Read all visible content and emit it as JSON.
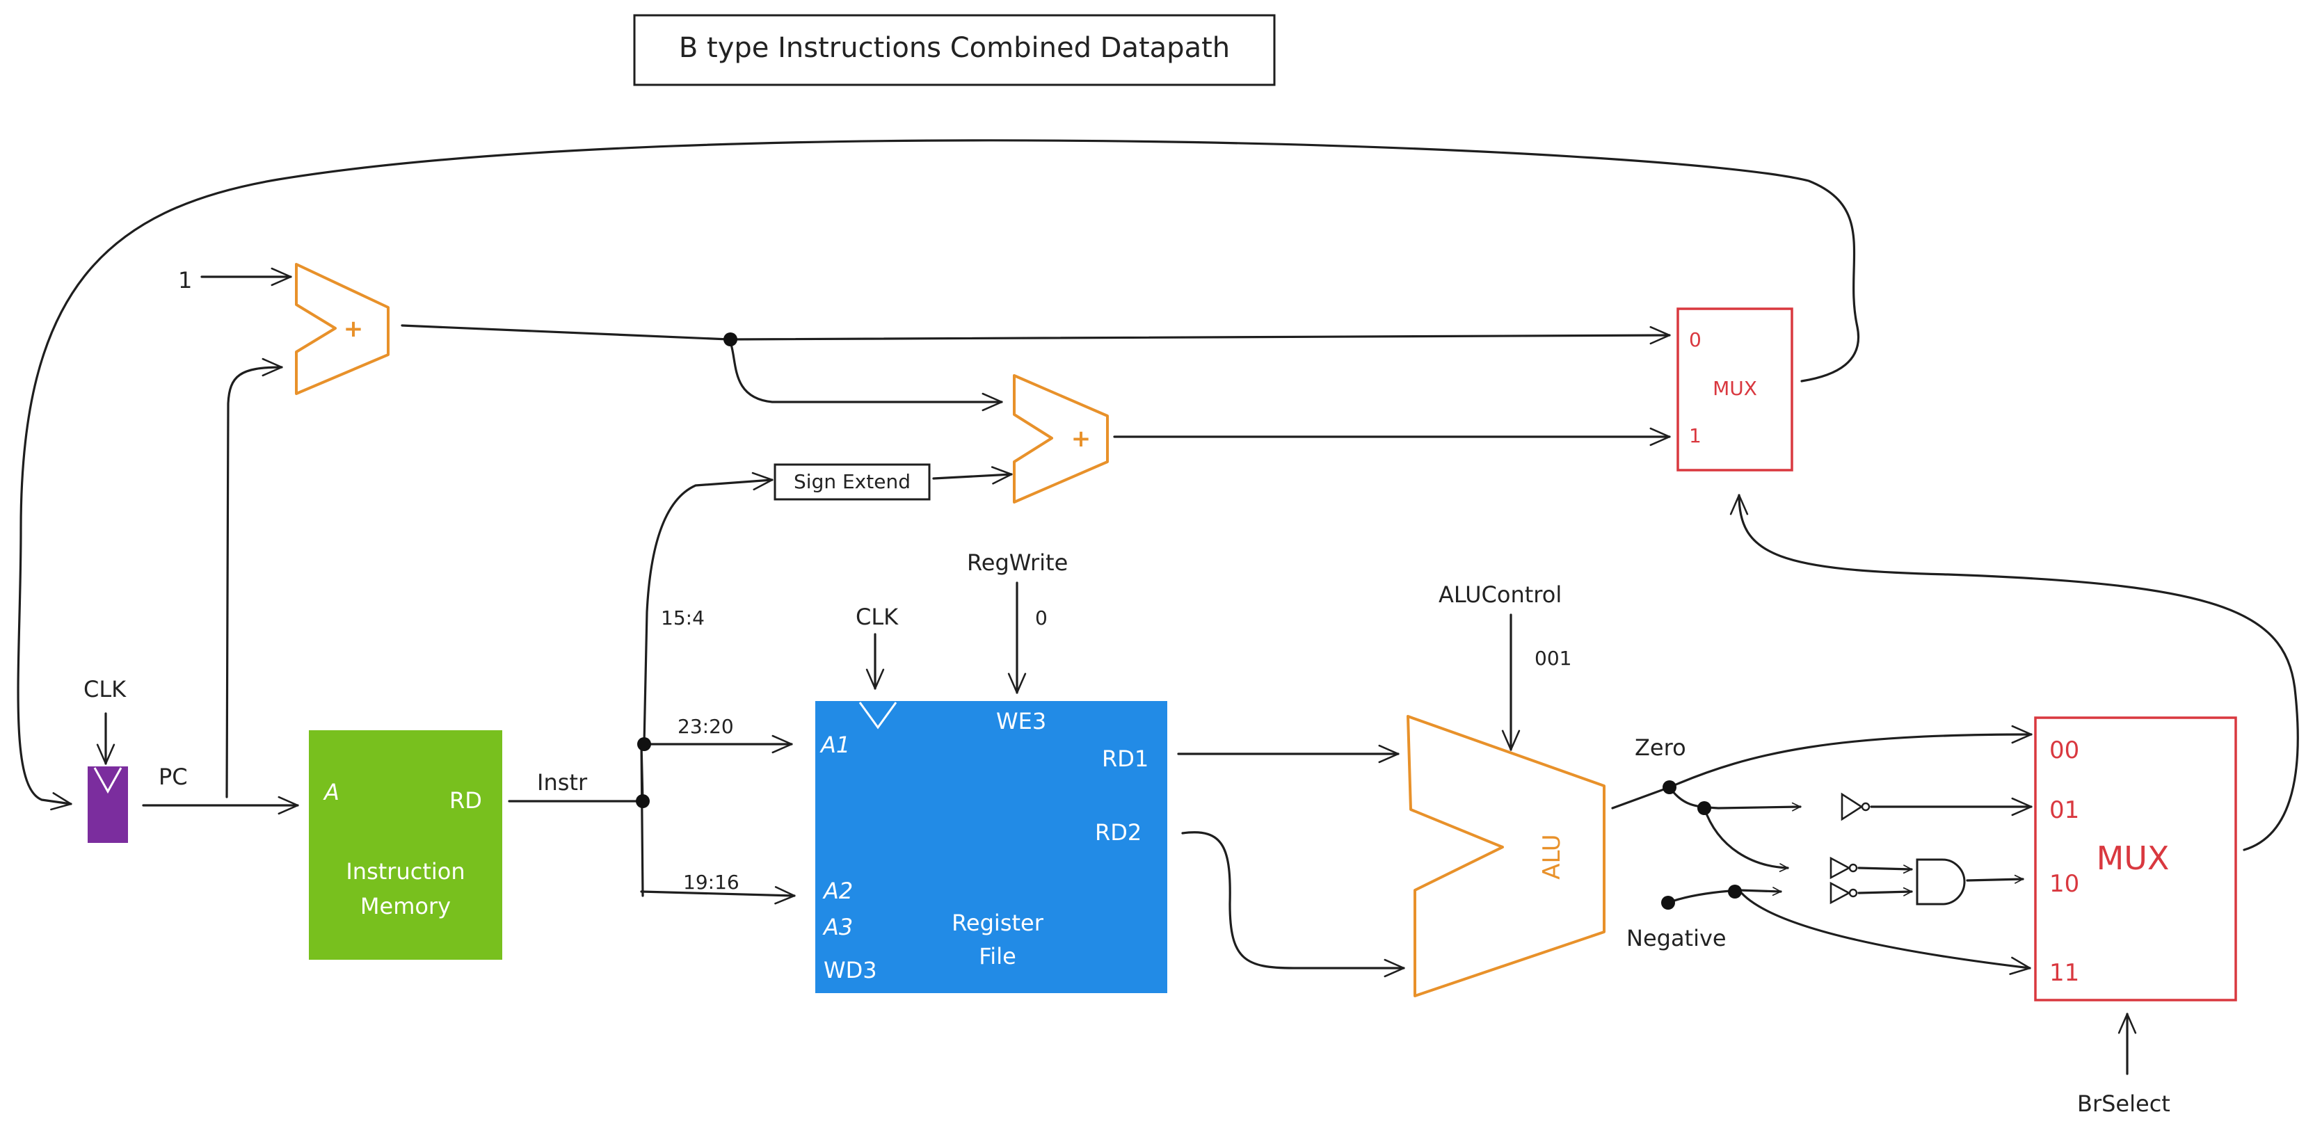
{
  "title": "B type Instructions Combined Datapath",
  "colors": {
    "pc_register": "#7b2d9e",
    "instruction_memory": "#78c01e",
    "register_file": "#228be6",
    "adder_and_alu": "#e8912a",
    "mux": "#d9383f",
    "wire": "#1e1e1e"
  },
  "pc": {
    "label": "PC",
    "clk_label": "CLK"
  },
  "adder_plus_one": {
    "const_input": "1",
    "sign": "+"
  },
  "adder_branch": {
    "sign": "+"
  },
  "sign_extend": {
    "label": "Sign Extend"
  },
  "instruction_memory": {
    "port_a": "A",
    "port_rd": "RD",
    "name_line1": "Instruction",
    "name_line2": "Memory"
  },
  "instr_bus": {
    "label": "Instr",
    "bits_sign_ext": "15:4",
    "bits_a1": "23:20",
    "bits_a2": "19:16"
  },
  "register_file": {
    "clk_label": "CLK",
    "regwrite_label": "RegWrite",
    "regwrite_value": "0",
    "we3": "WE3",
    "a1": "A1",
    "a2": "A2",
    "a3": "A3",
    "wd3": "WD3",
    "rd1": "RD1",
    "rd2": "RD2",
    "name_line1": "Register",
    "name_line2": "File"
  },
  "alu": {
    "label": "ALU",
    "control_label": "ALUControl",
    "control_value": "001"
  },
  "flags": {
    "zero": "Zero",
    "negative": "Negative"
  },
  "pc_mux": {
    "label": "MUX",
    "input0": "0",
    "input1": "1"
  },
  "branch_mux": {
    "label": "MUX",
    "in00": "00",
    "in01": "01",
    "in10": "10",
    "in11": "11",
    "select_label": "BrSelect"
  }
}
